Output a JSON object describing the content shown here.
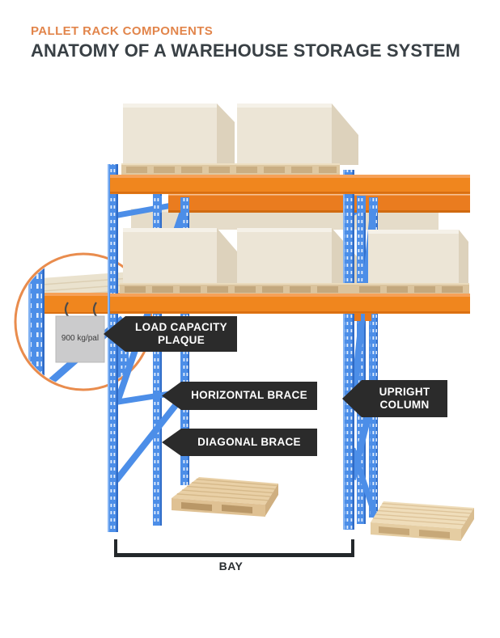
{
  "header": {
    "eyebrow": "PALLET RACK COMPONENTS",
    "title": "ANATOMY OF A WAREHOUSE STORAGE SYSTEM"
  },
  "callouts": {
    "load_capacity_plaque": "LOAD CAPACITY PLAQUE",
    "horizontal_brace": "HORIZONTAL BRACE",
    "diagonal_brace": "DIAGONAL BRACE",
    "upright_column": "UPRIGHT COLUMN",
    "bay": "BAY"
  },
  "plaque": {
    "text": "900 kg/pal"
  },
  "colors": {
    "accent_orange": "#E2854B",
    "beam_orange": "#F0861E",
    "rear_beam_orange": "#EA7C1F",
    "upright_blue": "#4C8EE8",
    "label_bg": "#2B2B2B",
    "title_color": "#394045",
    "magnifier_ring": "#E98C4D",
    "box_cream": "#ECE5D6",
    "pallet_wood": "#E9D0A6"
  }
}
